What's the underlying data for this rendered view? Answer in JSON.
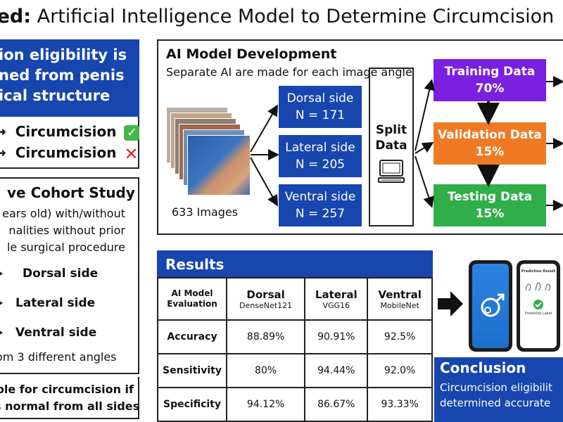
{
  "title": {
    "bold": "ved:",
    "rest": " Artificial Intelligence Model to Determine Circumcision"
  },
  "left": {
    "blue_lines": [
      "ion eligibility is",
      "ned from penis",
      "ical structure"
    ],
    "check_rows": [
      {
        "arrow": "→",
        "label": "Circumcision",
        "mark": "✓",
        "status": "eligible"
      },
      {
        "arrow": "→",
        "label": "Circumcision",
        "mark": "✕",
        "status": "not-eligible"
      }
    ],
    "cohort_title": "ve Cohort Study",
    "cohort_lines": [
      "ears old) with/without",
      "nalities without prior",
      "le surgical procedure"
    ],
    "sides": [
      "Dorsal side",
      "Lateral side",
      "Ventral side"
    ],
    "angles_line": "om 3 different angles",
    "bottom_lines": [
      "ble for circumcision if",
      "s normal from all sides"
    ]
  },
  "dev": {
    "title": "AI Model Development",
    "subtitle": "Separate AI are made for each image angle",
    "images_label": "633 Images",
    "sides": [
      {
        "name": "Dorsal side",
        "n": "N = 171"
      },
      {
        "name": "Lateral side",
        "n": "N = 205"
      },
      {
        "name": "Ventral side",
        "n": "N = 257"
      }
    ],
    "split_lines": [
      "Split",
      "Data"
    ],
    "data_sets": [
      {
        "name": "Training Data",
        "pct": "70%",
        "color": "#7b1fe0"
      },
      {
        "name": "Validation Data",
        "pct": "15%",
        "color": "#f07a24"
      },
      {
        "name": "Testing Data",
        "pct": "15%",
        "color": "#2fae4a"
      }
    ]
  },
  "results": {
    "title": "Results",
    "eval_head": [
      "AI Model",
      "Evaluation"
    ],
    "columns": [
      {
        "name": "Dorsal",
        "model": "DenseNet121"
      },
      {
        "name": "Lateral",
        "model": "VGG16"
      },
      {
        "name": "Ventral",
        "model": "MobileNet"
      }
    ],
    "rows": [
      {
        "metric": "Accuracy",
        "values": [
          "88.89%",
          "90.91%",
          "92.5%"
        ]
      },
      {
        "metric": "Sensitivity",
        "values": [
          "80%",
          "94.44%",
          "92.0%"
        ]
      },
      {
        "metric": "Specificity",
        "values": [
          "94.12%",
          "86.67%",
          "93.33%"
        ]
      }
    ]
  },
  "phone": {
    "screen_title": "Prediction Result",
    "predicted_label": "Predicted Label"
  },
  "conclusion": {
    "title": "Conclusion",
    "lines": [
      "Circumcision eligibilit",
      "determined accurate"
    ]
  },
  "colors": {
    "blue": "#1746ae",
    "purple": "#7b1fe0",
    "orange": "#f07a24",
    "green": "#2fae4a"
  }
}
